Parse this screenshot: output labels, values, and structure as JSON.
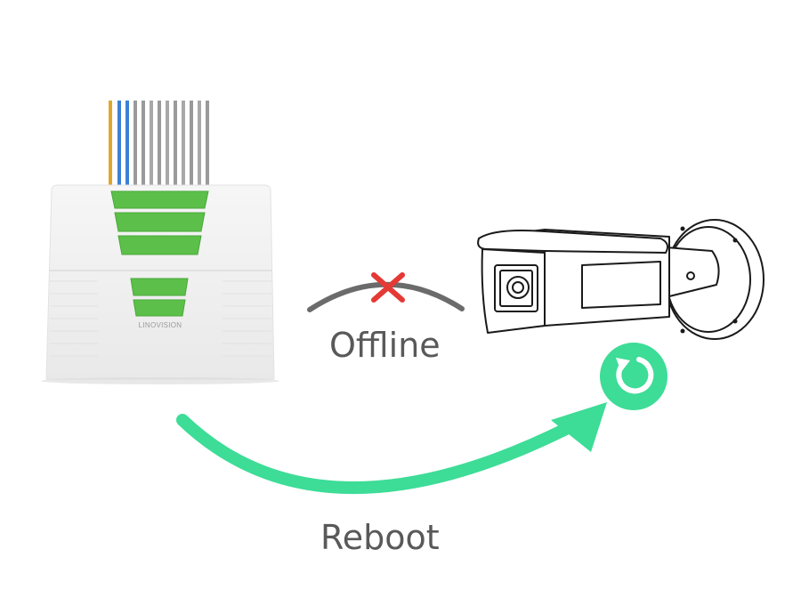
{
  "diagram": {
    "device_brand": "LINOVISION",
    "link_status_label": "Offline",
    "action_label": "Reboot"
  },
  "icons": {
    "link_broken": "x-mark-icon",
    "reboot": "refresh-icon",
    "flow": "curved-arrow-icon"
  },
  "colors": {
    "accent_green": "#3ddc97",
    "status_red": "#e53935",
    "module_green": "#5cbf4a",
    "text_gray": "#595959"
  }
}
